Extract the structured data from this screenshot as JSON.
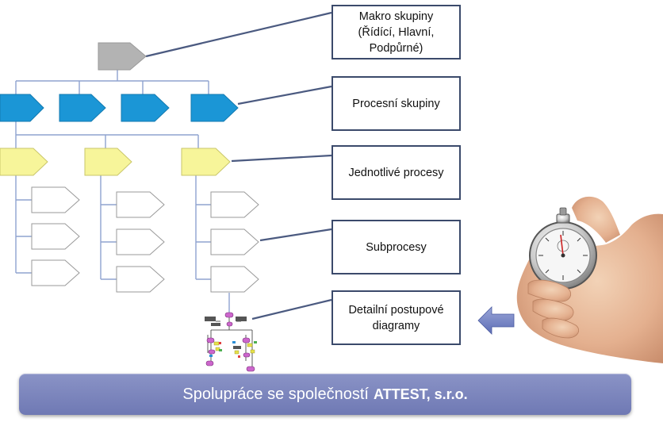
{
  "labels": {
    "macro": "Makro skupiny\n(Řídící, Hlavní,\nPodpůrné)",
    "process_groups": "Procesní skupiny",
    "processes": "Jednotlivé procesy",
    "subprocesses": "Subprocesy",
    "diagrams": "Detailní postupové\ndiagramy"
  },
  "banner": {
    "prefix": "Spolupráce se společností",
    "company": "ATTEST, s.r.o."
  },
  "colors": {
    "macro_fill": "#b3b3b3",
    "group_fill": "#1b96d6",
    "process_fill": "#f7f59a",
    "sub_fill": "#ffffff",
    "connector": "#8fa3cf",
    "leader": "#4b5a80",
    "box_border": "#3b4a6b",
    "banner": "#7a83bd",
    "arrow": "#6d7fbf"
  },
  "icons": [
    "stopwatch-hand-icon",
    "left-arrow-icon",
    "flowchart-thumbnail-icon"
  ]
}
